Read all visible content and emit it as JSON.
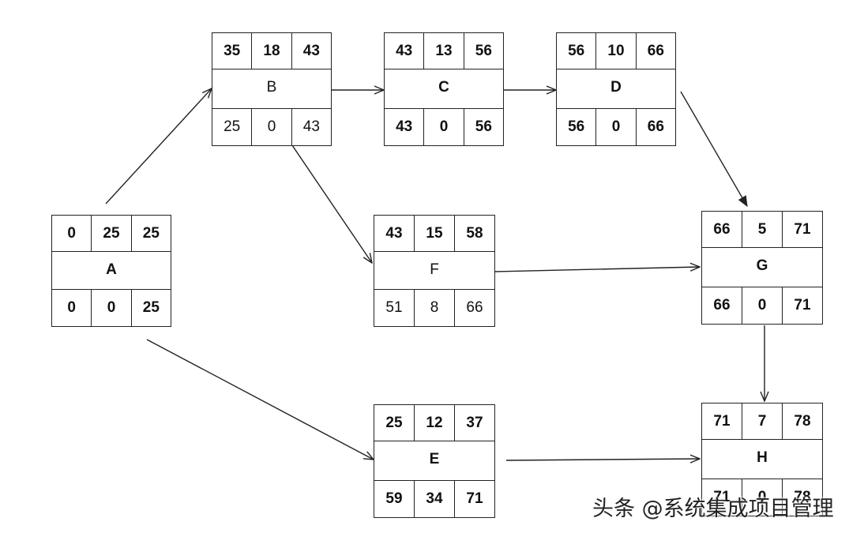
{
  "nodes": {
    "A": {
      "name": "A",
      "top": [
        "0",
        "25",
        "25"
      ],
      "bottom": [
        "0",
        "0",
        "25"
      ]
    },
    "B": {
      "name": "B",
      "top": [
        "35",
        "18",
        "43"
      ],
      "bottom": [
        "25",
        "0",
        "43"
      ]
    },
    "C": {
      "name": "C",
      "top": [
        "43",
        "13",
        "56"
      ],
      "bottom": [
        "43",
        "0",
        "56"
      ]
    },
    "D": {
      "name": "D",
      "top": [
        "56",
        "10",
        "66"
      ],
      "bottom": [
        "56",
        "0",
        "66"
      ]
    },
    "F": {
      "name": "F",
      "top": [
        "43",
        "15",
        "58"
      ],
      "bottom": [
        "51",
        "8",
        "66"
      ]
    },
    "E": {
      "name": "E",
      "top": [
        "25",
        "12",
        "37"
      ],
      "bottom": [
        "59",
        "34",
        "71"
      ]
    },
    "G": {
      "name": "G",
      "top": [
        "66",
        "5",
        "71"
      ],
      "bottom": [
        "66",
        "0",
        "71"
      ]
    },
    "H": {
      "name": "H",
      "top": [
        "71",
        "7",
        "78"
      ],
      "bottom": [
        "71",
        "0",
        "78"
      ]
    }
  },
  "edges": [
    [
      "A",
      "B"
    ],
    [
      "A",
      "E"
    ],
    [
      "B",
      "C"
    ],
    [
      "B",
      "F"
    ],
    [
      "C",
      "D"
    ],
    [
      "D",
      "G"
    ],
    [
      "F",
      "G"
    ],
    [
      "E",
      "H"
    ],
    [
      "G",
      "H"
    ]
  ],
  "watermark": "头条 @系统集成项目管理"
}
